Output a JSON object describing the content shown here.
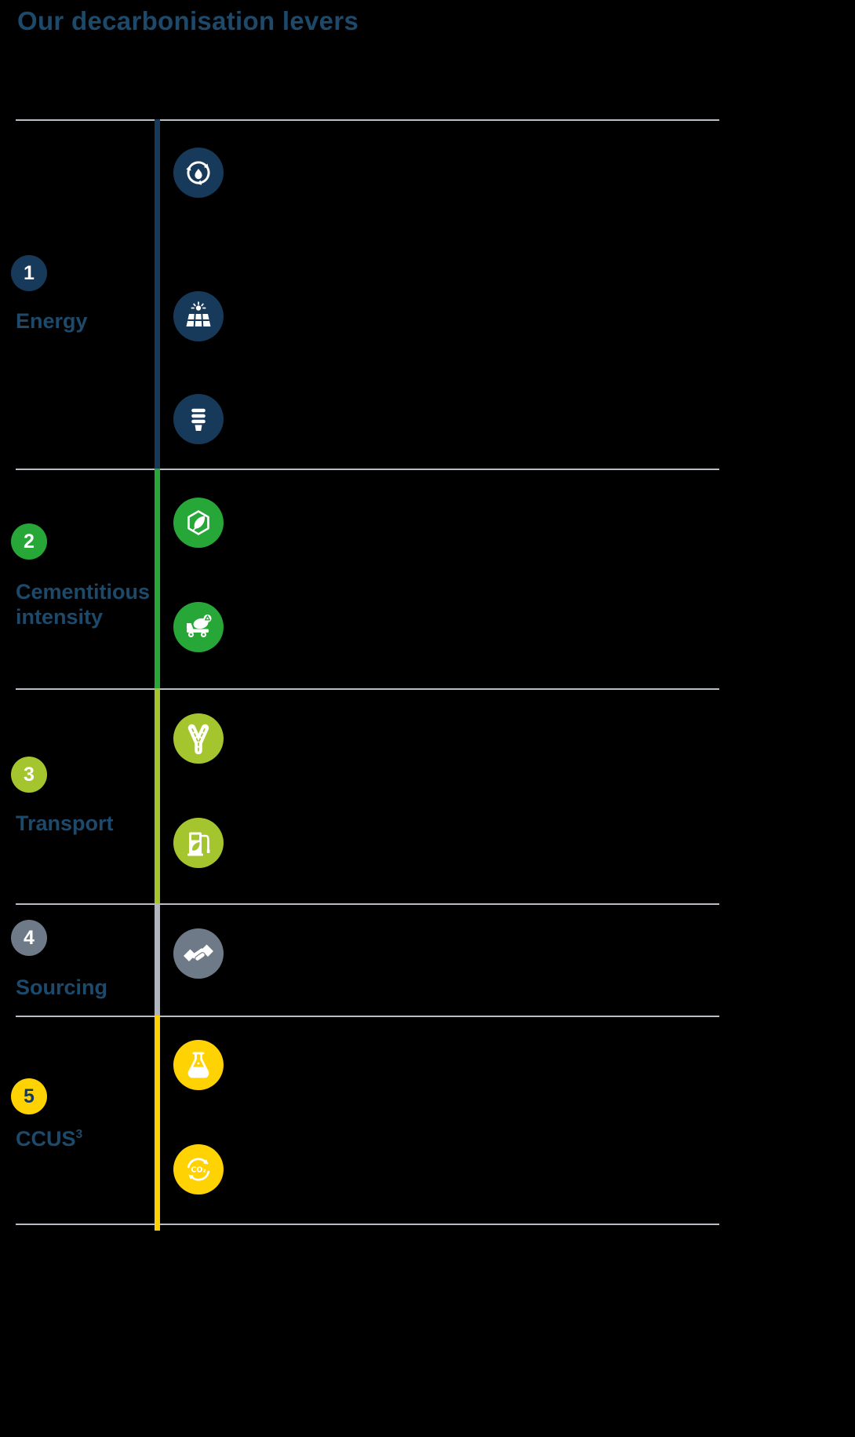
{
  "page": {
    "title": "Our decarbonisation levers"
  },
  "colors": {
    "background": "#000000",
    "heading_text": "#1d4a6b",
    "divider": "#b9bec4",
    "icon_glyph": "#ffffff",
    "energy": "#17395a",
    "cementitious_intensity": "#27a737",
    "transport": "#a4c52e",
    "sourcing": "#6e7a88",
    "sourcing_bar": "#b0b6bd",
    "ccus": "#ffd203"
  },
  "sections": [
    {
      "number": "1",
      "label": "Energy",
      "color": "#17395a",
      "icons": [
        "waste-heat-recovery-icon",
        "solar-energy-icon",
        "efficient-lighting-icon"
      ]
    },
    {
      "number": "2",
      "label": "Cementitious intensity",
      "color": "#27a737",
      "icons": [
        "low-carbon-cement-cube-icon",
        "recycled-materials-truck-icon"
      ]
    },
    {
      "number": "3",
      "label": "Transport",
      "color": "#a4c52e",
      "icons": [
        "route-split-icon",
        "alternative-fuel-pump-icon"
      ]
    },
    {
      "number": "4",
      "label": "Sourcing",
      "color": "#6e7a88",
      "icons": [
        "handshake-icon"
      ]
    },
    {
      "number": "5",
      "label": "CCUS",
      "label_superscript": "3",
      "color": "#ffd203",
      "icons": [
        "laboratory-flask-icon",
        "co2-cycle-icon"
      ]
    }
  ]
}
